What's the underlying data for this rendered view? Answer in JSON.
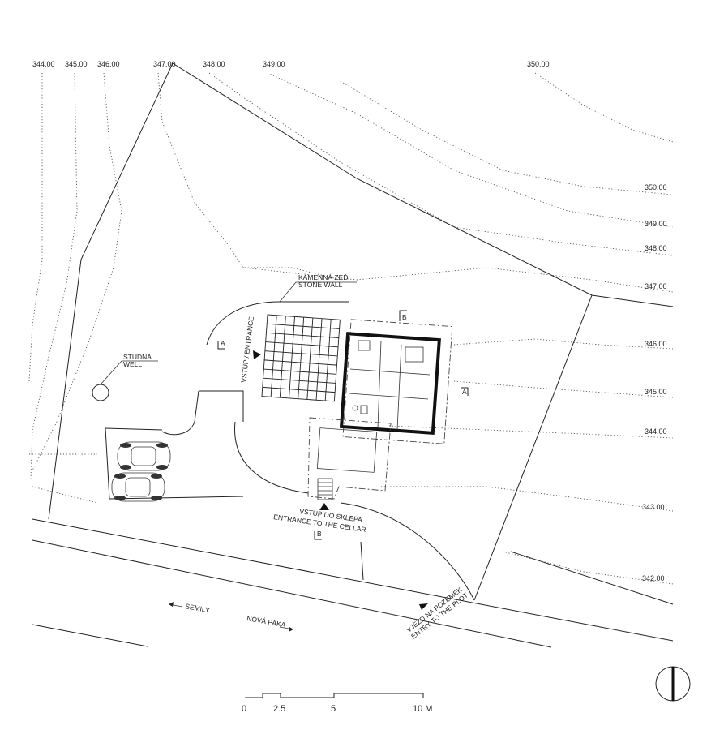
{
  "elevations_top": [
    "344.00",
    "345.00",
    "346.00",
    "347.00",
    "348.00",
    "349.00",
    "350.00"
  ],
  "elevations_right": [
    "350.00",
    "349.00",
    "348.00",
    "347.00",
    "346.00",
    "345.00",
    "344.00",
    "343.00",
    "342.00"
  ],
  "labels": {
    "stone_wall_cz": "KAMENNÁ ZEĎ",
    "stone_wall_en": "STONE WALL",
    "well_cz": "STUDNA",
    "well_en": "WELL",
    "entrance": "VSTUP / ENTRANCE",
    "cellar_cz": "VSTUP DO SKLEPA",
    "cellar_en": "ENTRANCE TO THE CELLAR",
    "plot_cz": "VJEZD NA POZEMEK",
    "plot_en": "ENTRY TO THE PLOT",
    "semily": "SEMILY",
    "nova_paka": "NOVÁ PAKA",
    "section_a": "A",
    "section_b": "B"
  },
  "scale_bar": {
    "marks": [
      "0",
      "2.5",
      "5",
      "10 M"
    ]
  },
  "north_arrow": "north-arrow"
}
